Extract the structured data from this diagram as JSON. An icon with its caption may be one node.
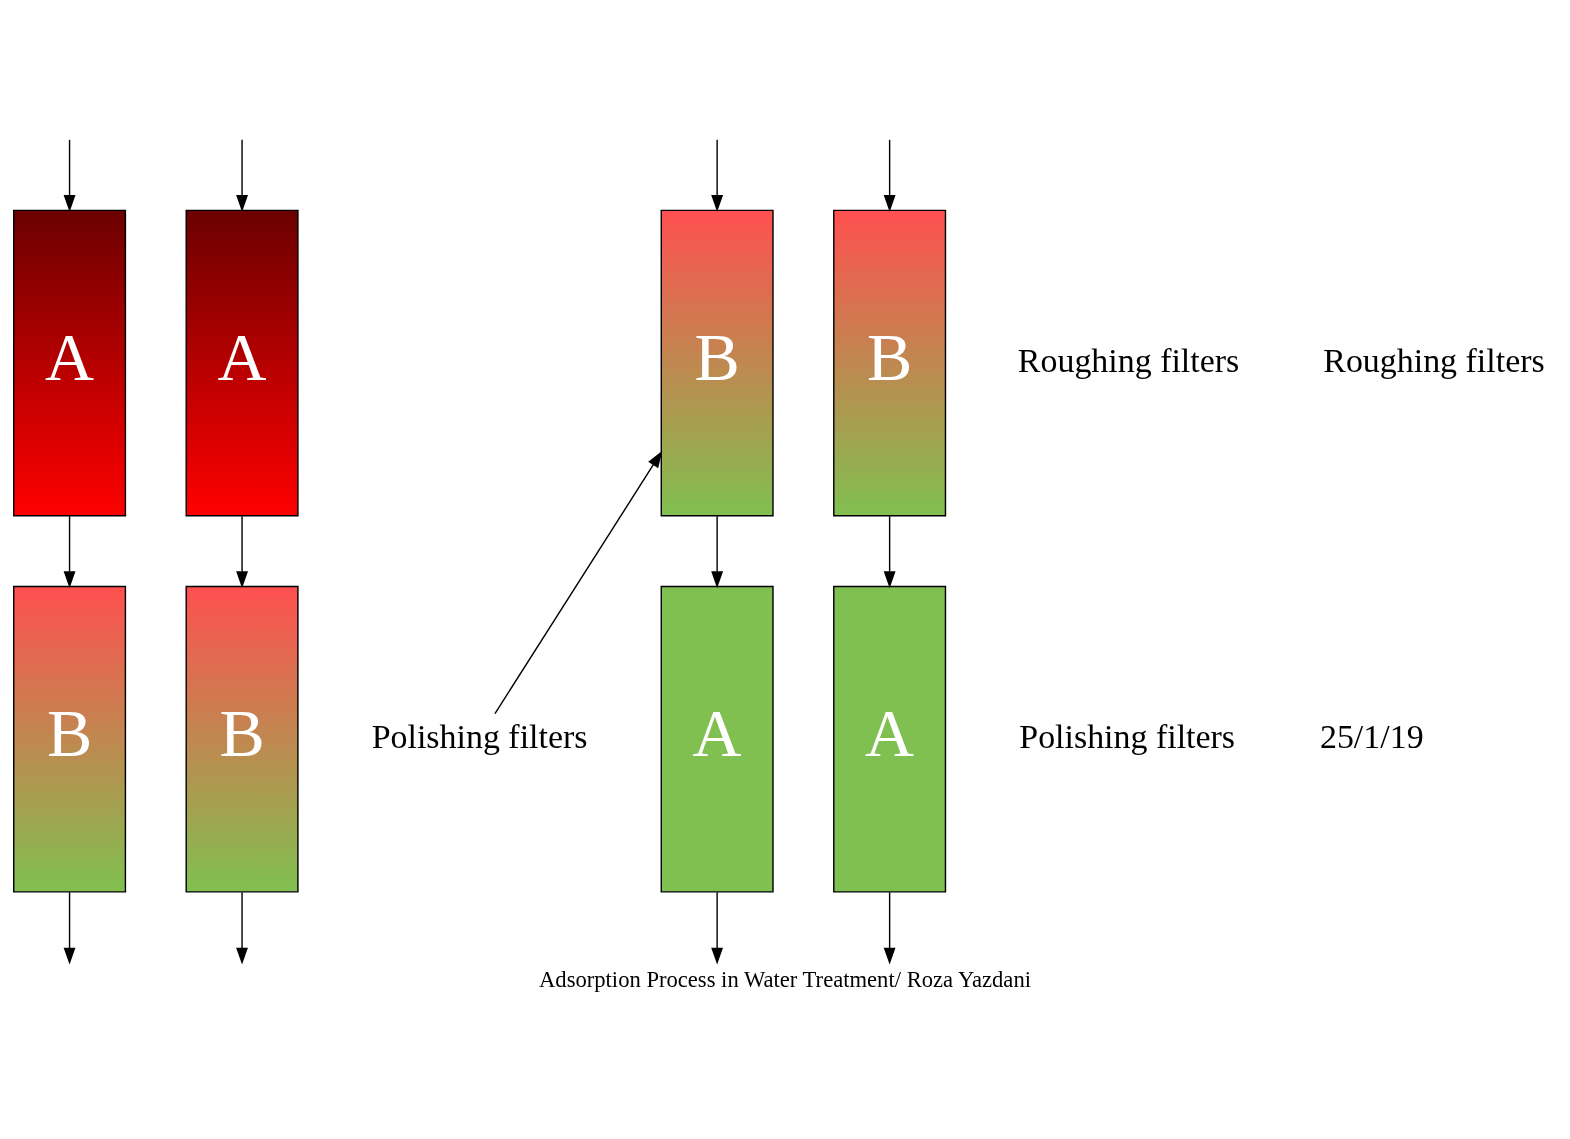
{
  "diagram": {
    "caption": "Adsorption Process in Water Treatment/ Roza Yazdani",
    "nodes": [
      {
        "text": [
          "A"
        ]
      },
      {
        "text": [
          "A"
        ]
      },
      {
        "text": [
          "B"
        ]
      },
      {
        "text": [
          "B"
        ]
      },
      {
        "text": [
          "Polishing filters"
        ]
      },
      {
        "text": [
          "B"
        ]
      },
      {
        "text": [
          "B"
        ]
      },
      {
        "text": [
          "A"
        ]
      },
      {
        "text": [
          "A"
        ]
      }
    ],
    "edges": [
      {
        "from": null,
        "to": 0,
        "arrow": "to"
      },
      {
        "from": null,
        "to": 1,
        "arrow": "to"
      },
      {
        "from": 0,
        "to": 2,
        "arrow": "to"
      },
      {
        "from": 1,
        "to": 3,
        "arrow": "to"
      },
      {
        "from": 2,
        "to": null,
        "arrow": "to"
      },
      {
        "from": 3,
        "to": null,
        "arrow": "to"
      },
      {
        "from": 4,
        "to": 5,
        "arrow": "to"
      },
      {
        "from": null,
        "to": 5,
        "arrow": "to"
      },
      {
        "from": null,
        "to": 6,
        "arrow": "to"
      },
      {
        "from": 5,
        "to": 7,
        "arrow": "to"
      },
      {
        "from": 6,
        "to": 8,
        "arrow": "to"
      },
      {
        "from": 7,
        "to": null,
        "arrow": "to"
      },
      {
        "from": 8,
        "to": null,
        "arrow": "to"
      }
    ],
    "labels": [
      "Roughing filters",
      "Roughing filters",
      "Polishing filters",
      "25/1/19"
    ]
  }
}
